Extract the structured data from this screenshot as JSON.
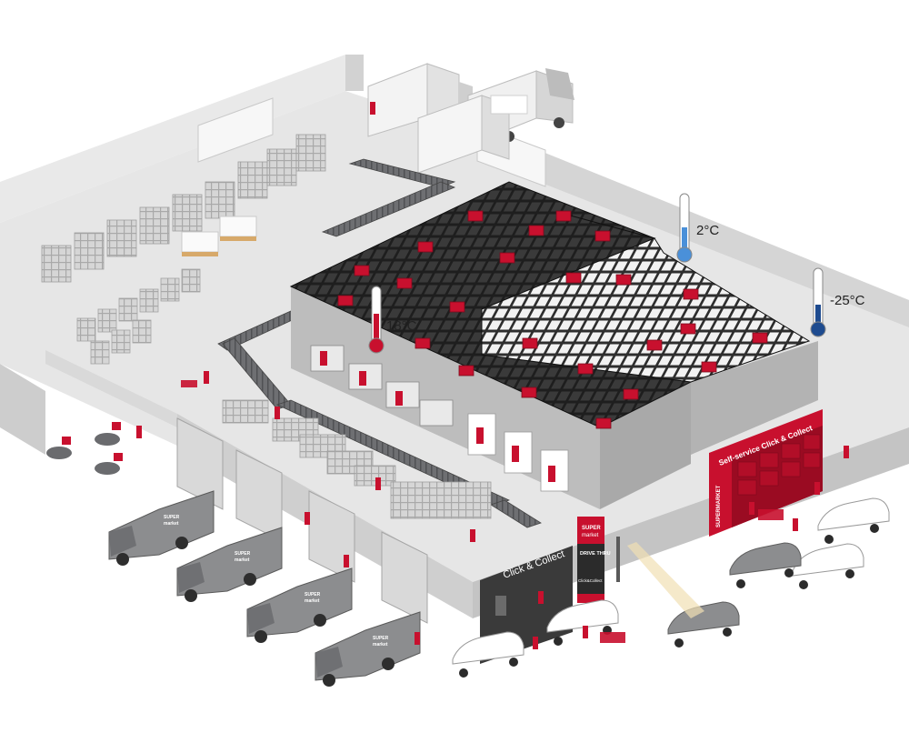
{
  "temperatures": {
    "ambient": "18°C",
    "chilled": "2°C",
    "frozen": "-25°C"
  },
  "signs": {
    "click_collect": "Click & Collect",
    "self_service": "Self-service Click & Collect",
    "super_top": "SUPER",
    "market_top": "market",
    "drive_thru": "DRIVE THRU",
    "click_collect_small": "Click&Collect",
    "vertical_brand": "SUPERMARKET"
  },
  "van_brand": {
    "super": "SUPER",
    "market": "market"
  },
  "colors": {
    "brand_red": "#c8102e",
    "grid_dark": "#2b2b2b",
    "grid_light": "#e8e8e8",
    "floor": "#dcdcdc",
    "wall": "#cfcfcf",
    "van": "#8c8d8f",
    "thermo_cold": "#4a90d9",
    "thermo_frozen": "#1e4b8f",
    "thermo_ambient": "#c8102e"
  }
}
